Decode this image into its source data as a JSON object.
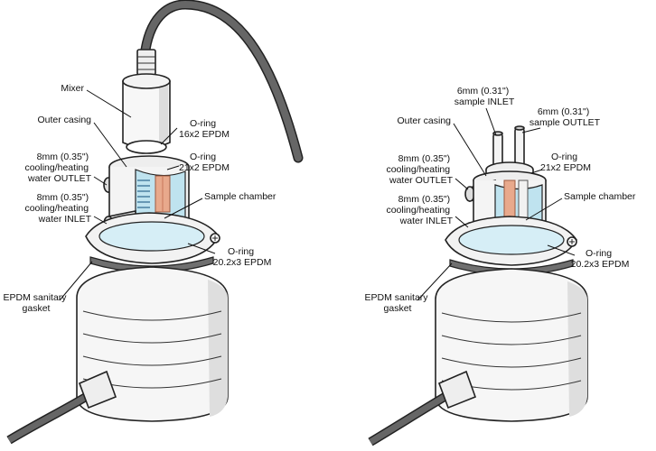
{
  "colors": {
    "outline": "#222222",
    "body": "#f7f7f7",
    "shadow": "#d9d9d9",
    "water": "#bfe3ef",
    "water_light": "#e3f4f9",
    "copper": "#e8a98c",
    "copper_dark": "#c9765a",
    "gasket": "#6f6f6f",
    "cable": "#555555"
  },
  "left": {
    "mixer": "Mixer",
    "outer_casing": "Outer casing",
    "oring_16": [
      "O-ring",
      "16x2 EPDM"
    ],
    "oring_21": [
      "O-ring",
      "21x2 EPDM"
    ],
    "outlet": [
      "8mm (0.35\")",
      "cooling/heating",
      "water OUTLET"
    ],
    "inlet": [
      "8mm (0.35\")",
      "cooling/heating",
      "water INLET"
    ],
    "sample_chamber": "Sample chamber",
    "oring_20": [
      "O-ring",
      "20.2x3 EPDM"
    ],
    "gasket": [
      "EPDM sanitary",
      "gasket"
    ]
  },
  "right": {
    "sample_inlet": [
      "6mm (0.31\")",
      "sample INLET"
    ],
    "sample_outlet": [
      "6mm (0.31\")",
      "sample OUTLET"
    ],
    "outer_casing": "Outer casing",
    "oring_21": [
      "O-ring",
      "21x2 EPDM"
    ],
    "outlet": [
      "8mm (0.35\")",
      "cooling/heating",
      "water OUTLET"
    ],
    "inlet": [
      "8mm (0.35\")",
      "cooling/heating",
      "water INLET"
    ],
    "sample_chamber": "Sample chamber",
    "oring_20": [
      "O-ring",
      "20.2x3 EPDM"
    ],
    "gasket": [
      "EPDM sanitary",
      "gasket"
    ]
  }
}
